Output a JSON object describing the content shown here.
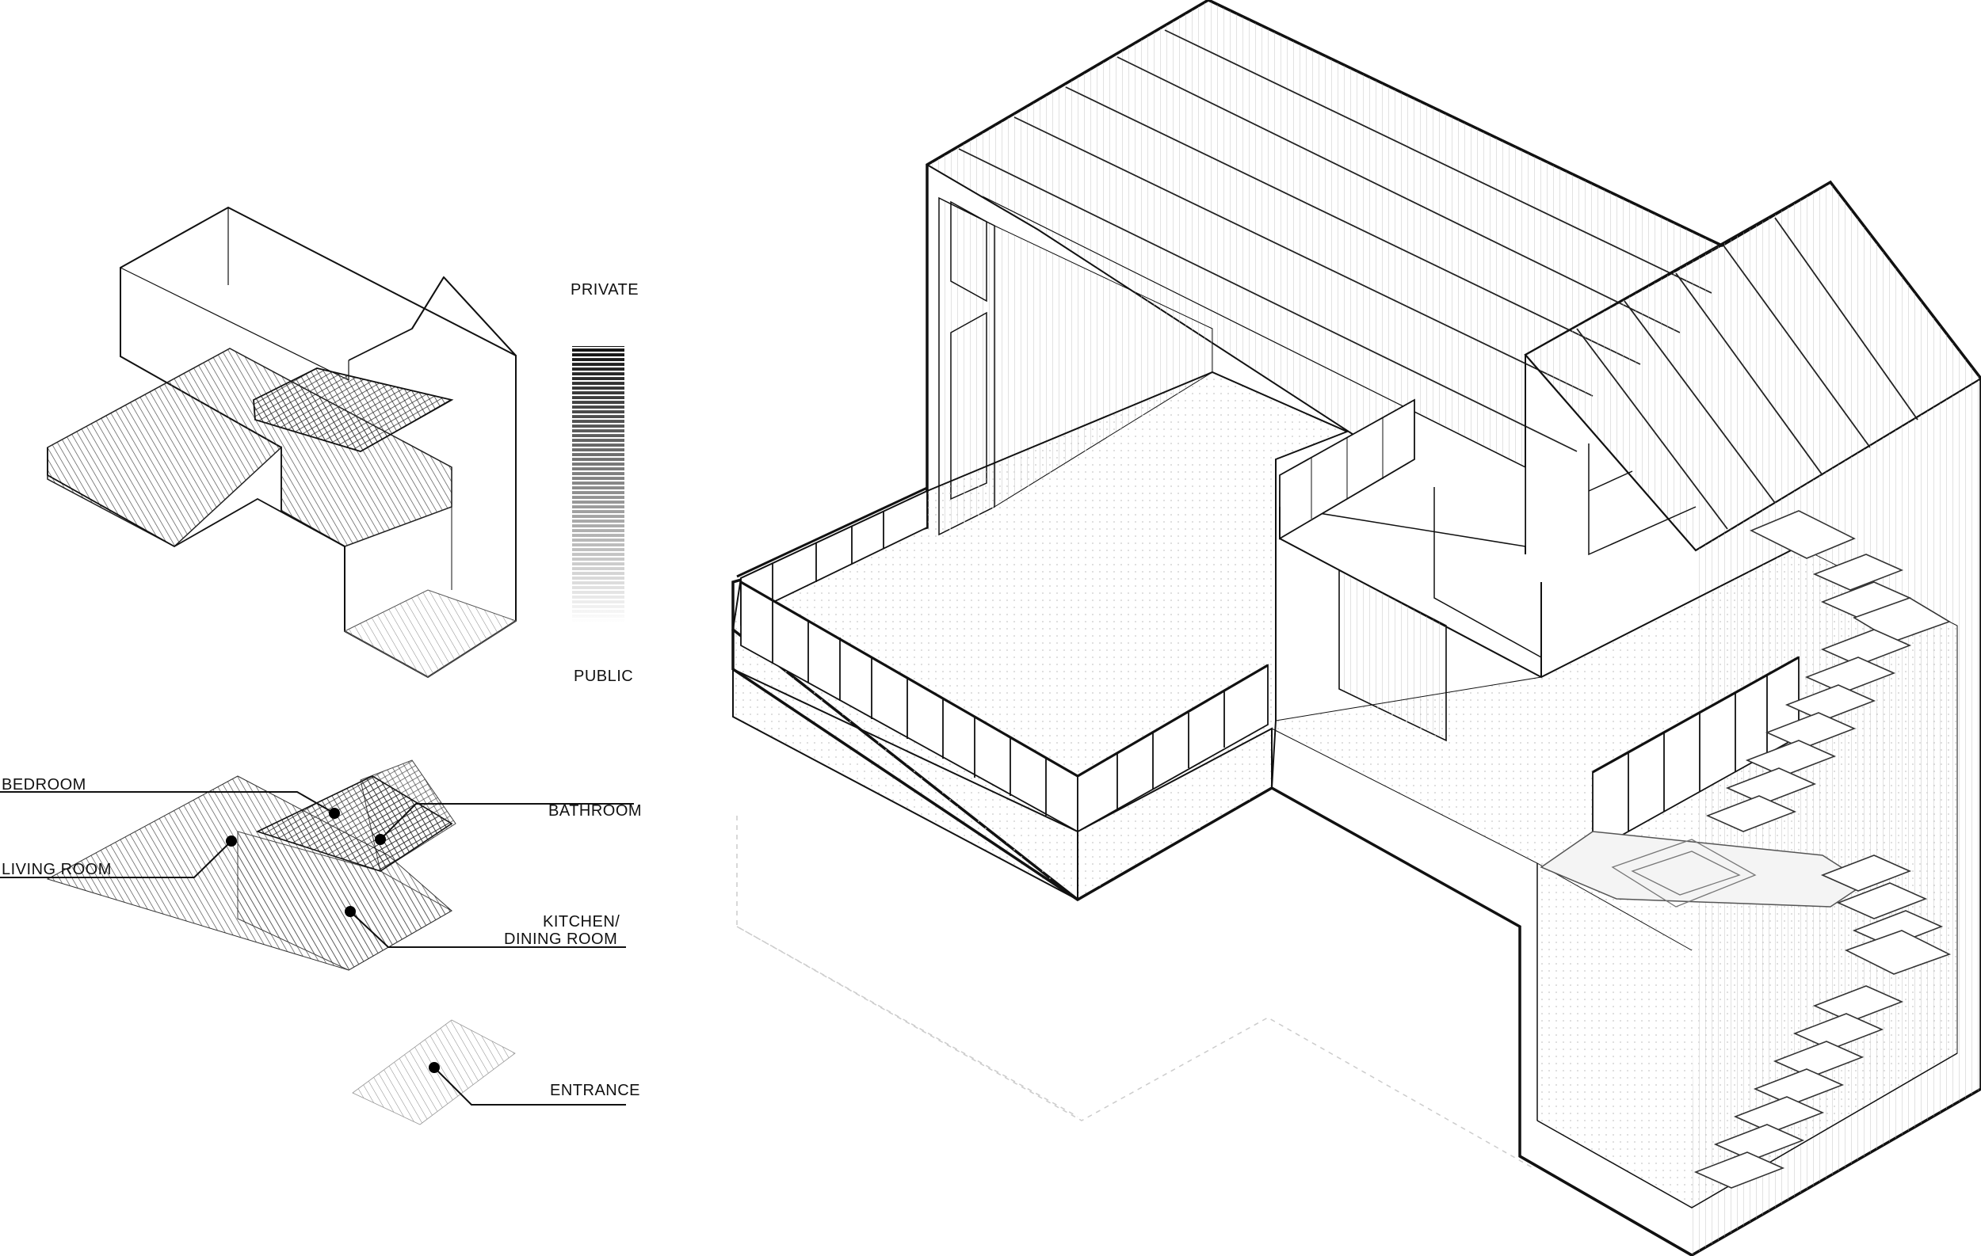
{
  "legend": {
    "scale_top": "PRIVATE",
    "scale_bottom": "PUBLIC",
    "zones": {
      "bedroom": "BEDROOM",
      "bathroom": "BATHROOM",
      "living_room": "LIVING ROOM",
      "kitchen_line1": "KITCHEN/",
      "kitchen_line2": "DINING ROOM",
      "entrance": "ENTRANCE"
    }
  },
  "colors": {
    "ink": "#111111",
    "hatch": "#444444",
    "grey": "#9a9a9a"
  }
}
